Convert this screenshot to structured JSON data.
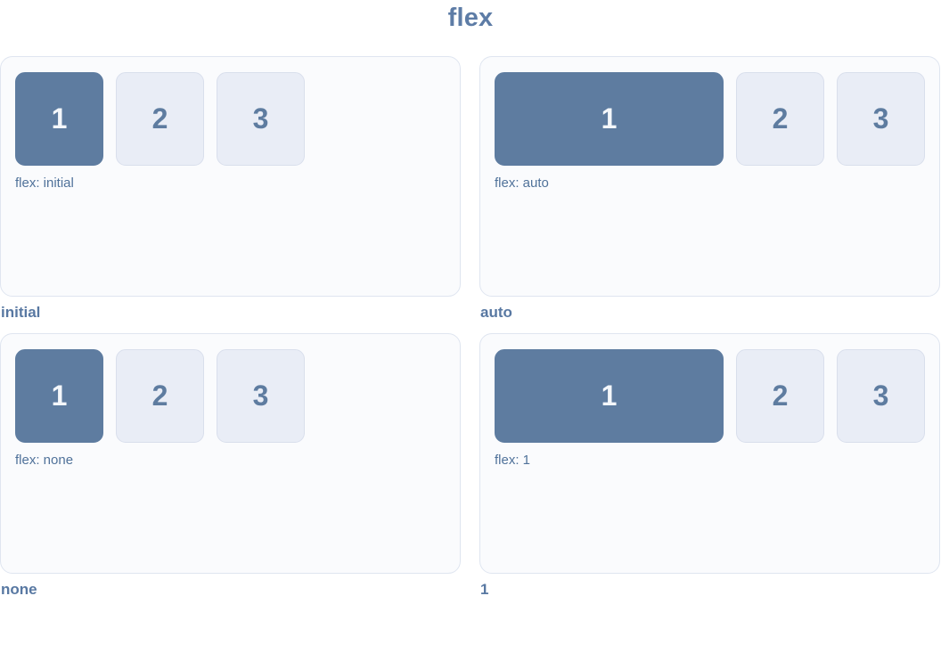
{
  "page": {
    "title": "flex"
  },
  "colors": {
    "accent_box": "#5e7ca0",
    "muted_box_bg": "#e9edf6",
    "muted_box_border": "#d9dfec",
    "panel_bg": "#fafbfd",
    "panel_border": "#dfe5f0",
    "title_text": "#5d7ca6",
    "property_label_text": "#50729a",
    "caption_text": "#5878a2",
    "box_number_on_accent": "#f4f7fb"
  },
  "panels": [
    {
      "caption": "initial",
      "label": "flex: initial",
      "boxes": [
        "1",
        "2",
        "3"
      ]
    },
    {
      "caption": "auto",
      "label": "flex: auto",
      "boxes": [
        "1",
        "2",
        "3"
      ]
    },
    {
      "caption": "none",
      "label": "flex: none",
      "boxes": [
        "1",
        "2",
        "3"
      ]
    },
    {
      "caption": "1",
      "label": "flex: 1",
      "boxes": [
        "1",
        "2",
        "3"
      ]
    }
  ]
}
